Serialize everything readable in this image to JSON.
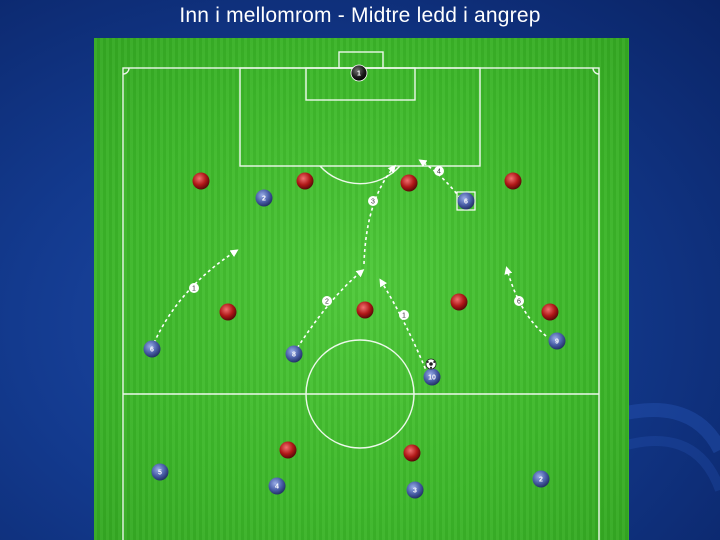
{
  "slide": {
    "title": "Inn i mellomrom - Midtre ledd i angrep"
  },
  "players": {
    "goalkeeper": [
      {
        "name": "goalkeeper",
        "num": "1"
      }
    ],
    "attackers": [
      {
        "num": "2"
      },
      {
        "num": "6"
      },
      {
        "num": "9"
      },
      {
        "num": "8"
      },
      {
        "num": "6"
      },
      {
        "num": "10"
      },
      {
        "num": "5"
      },
      {
        "num": "4"
      },
      {
        "num": "3"
      },
      {
        "num": "2"
      }
    ],
    "defenders": [
      {
        "num": ""
      },
      {
        "num": ""
      },
      {
        "num": ""
      },
      {
        "num": ""
      },
      {
        "num": ""
      },
      {
        "num": ""
      },
      {
        "num": ""
      },
      {
        "num": ""
      },
      {
        "num": ""
      },
      {
        "num": ""
      }
    ]
  },
  "runs": {
    "labels": [
      "1",
      "2",
      "1",
      "6",
      "3",
      "4"
    ]
  },
  "colors": {
    "pitch": "#3db82a",
    "lines": "#ffffff",
    "attacker": "#4a5fa8",
    "defender": "#b01818",
    "goalkeeper": "#1a1a1a",
    "slide_bg": "#133a8e"
  },
  "icons": {
    "ball": "soccer-ball-icon"
  }
}
